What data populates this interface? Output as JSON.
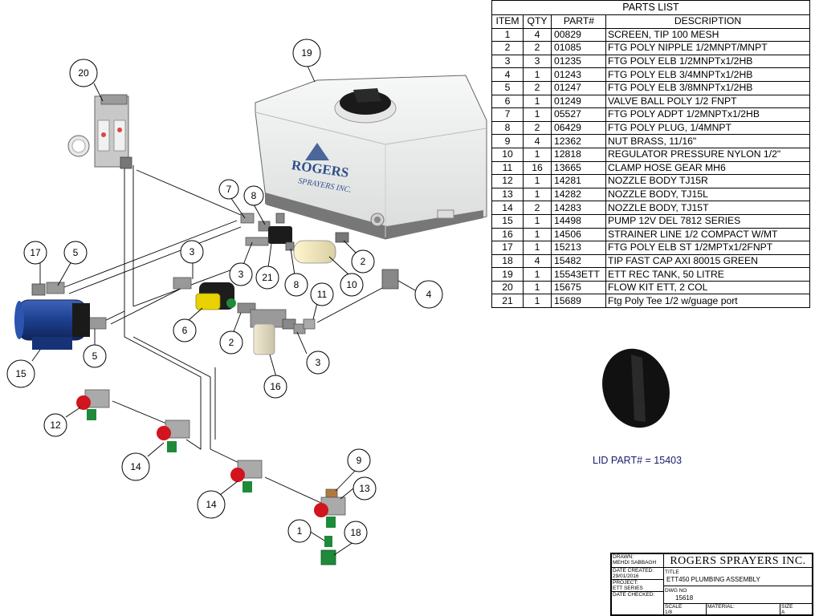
{
  "parts_list": {
    "title": "PARTS LIST",
    "headers": [
      "ITEM",
      "QTY",
      "PART#",
      "DESCRIPTION"
    ],
    "rows": [
      {
        "item": "1",
        "qty": "4",
        "part": "00829",
        "description": "SCREEN, TIP 100 MESH"
      },
      {
        "item": "2",
        "qty": "2",
        "part": "01085",
        "description": "FTG POLY NIPPLE 1/2MNPT/MNPT"
      },
      {
        "item": "3",
        "qty": "3",
        "part": "01235",
        "description": "FTG POLY ELB 1/2MNPTx1/2HB"
      },
      {
        "item": "4",
        "qty": "1",
        "part": "01243",
        "description": "FTG POLY ELB 3/4MNPTx1/2HB"
      },
      {
        "item": "5",
        "qty": "2",
        "part": "01247",
        "description": "FTG POLY ELB 3/8MNPTx1/2HB"
      },
      {
        "item": "6",
        "qty": "1",
        "part": "01249",
        "description": "VALVE BALL POLY 1/2 FNPT"
      },
      {
        "item": "7",
        "qty": "1",
        "part": "05527",
        "description": "FTG POLY ADPT 1/2MNPTx1/2HB"
      },
      {
        "item": "8",
        "qty": "2",
        "part": "06429",
        "description": "FTG POLY PLUG, 1/4MNPT"
      },
      {
        "item": "9",
        "qty": "4",
        "part": "12362",
        "description": "NUT BRASS, 11/16\""
      },
      {
        "item": "10",
        "qty": "1",
        "part": "12818",
        "description": "REGULATOR PRESSURE NYLON 1/2\""
      },
      {
        "item": "11",
        "qty": "16",
        "part": "13665",
        "description": "CLAMP HOSE GEAR MH6"
      },
      {
        "item": "12",
        "qty": "1",
        "part": "14281",
        "description": "NOZZLE BODY TJ15R"
      },
      {
        "item": "13",
        "qty": "1",
        "part": "14282",
        "description": "NOZZLE BODY, TJ15L"
      },
      {
        "item": "14",
        "qty": "2",
        "part": "14283",
        "description": "NOZZLE BODY, TJ15T"
      },
      {
        "item": "15",
        "qty": "1",
        "part": "14498",
        "description": "PUMP 12V DEL 7812 SERIES"
      },
      {
        "item": "16",
        "qty": "1",
        "part": "14506",
        "description": "STRAINER LINE 1/2 COMPACT W/MT"
      },
      {
        "item": "17",
        "qty": "1",
        "part": "15213",
        "description": "FTG POLY ELB ST 1/2MPTx1/2FNPT"
      },
      {
        "item": "18",
        "qty": "4",
        "part": "15482",
        "description": "TIP FAST CAP AXI 80015 GREEN"
      },
      {
        "item": "19",
        "qty": "1",
        "part": "15543ETT",
        "description": "ETT REC TANK, 50 LITRE"
      },
      {
        "item": "20",
        "qty": "1",
        "part": "15675",
        "description": "FLOW KIT ETT, 2 COL"
      },
      {
        "item": "21",
        "qty": "1",
        "part": "15689",
        "description": "Ftg Poly Tee 1/2 w/guage port"
      }
    ]
  },
  "balloons": [
    "20",
    "19",
    "7",
    "8",
    "17",
    "5",
    "3",
    "3",
    "21",
    "8",
    "10",
    "2",
    "4",
    "11",
    "6",
    "2",
    "16",
    "3",
    "5",
    "15",
    "12",
    "14",
    "14",
    "9",
    "13",
    "1",
    "18"
  ],
  "tank_logo": {
    "line1": "ROGERS",
    "line2": "SPRAYERS INC."
  },
  "lid_label": "LID PART# = 15403",
  "title_block": {
    "drawn_label": "DRAWN:",
    "drawn_value": "MEHDI SABBAGH",
    "date_created_label": "DATE CREATED:",
    "date_created_value": "29/01/2016",
    "project_label": "PROJECT:",
    "project_value": "ETT SERIES",
    "date_checked_label": "DATE CHECKED:",
    "company": "ROGERS SPRAYERS INC.",
    "title_label": "TITLE",
    "title_value": "ETT450 PLUMBING ASSEMBLY",
    "dwg_label": "DWG NO",
    "dwg_value": "15618",
    "scale_label": "SCALE",
    "scale_value": "1/8",
    "material_label": "MATERIAL:",
    "size_label": "SIZE",
    "size_value": "A"
  },
  "colors": {
    "tank": "#eceeed",
    "logo_blue": "#2f4f8a",
    "pump_blue": "#1d3f8f",
    "valve_yellow": "#e8d200",
    "nozzle_red": "#d2141e",
    "tip_green": "#1e8a3a",
    "fitting_gray": "#9a9a9a",
    "lid_black": "#111111",
    "lid_label": "#1a1a6e"
  }
}
